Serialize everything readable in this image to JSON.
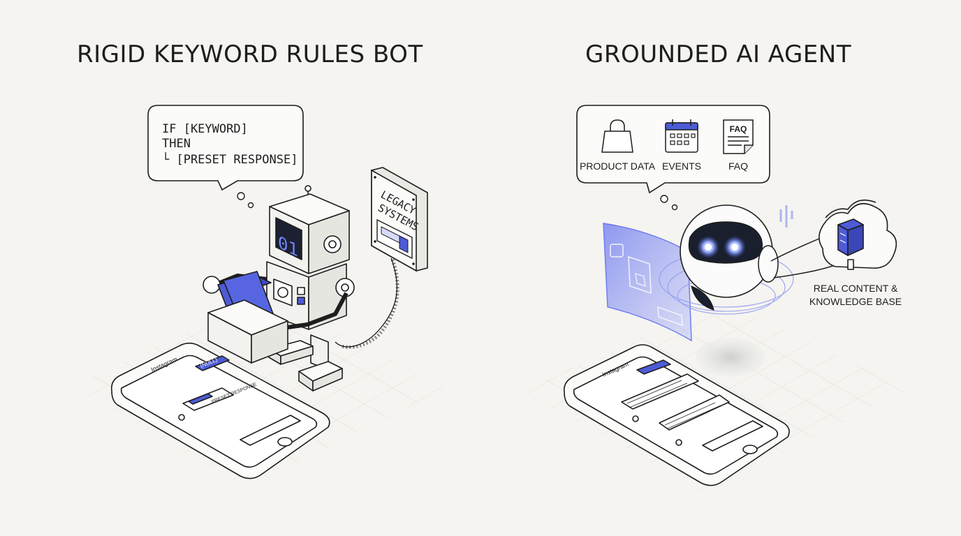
{
  "left": {
    "title": "RIGID KEYWORD RULES BOT",
    "rule": {
      "line1": "IF [KEYWORD]",
      "line2": "THEN",
      "line3": "└ [PRESET RESPONSE]"
    },
    "screen_text": "01",
    "legacy_line1": "LEGACY",
    "legacy_line2": "SYSTEMS",
    "phone": {
      "app": "Instagram",
      "bubble_in": "(NULL)",
      "bubble_reply": "PRESET RESPONSE"
    }
  },
  "right": {
    "title": "GROUNDED AI AGENT",
    "sources": [
      {
        "label": "PRODUCT DATA",
        "icon": "shopping-bag-icon"
      },
      {
        "label": "EVENTS",
        "icon": "calendar-icon"
      },
      {
        "label": "FAQ",
        "icon": "faq-document-icon"
      }
    ],
    "faq_icon_text": "FAQ",
    "kb_line1": "REAL CONTENT &",
    "kb_line2": "KNOWLEDGE BASE",
    "phone": {
      "app": "Instagram"
    }
  },
  "colors": {
    "accent": "#4d5bd6",
    "ink": "#1d1d1d",
    "background": "#f5f4f0",
    "glow": "#8f9bf0"
  }
}
